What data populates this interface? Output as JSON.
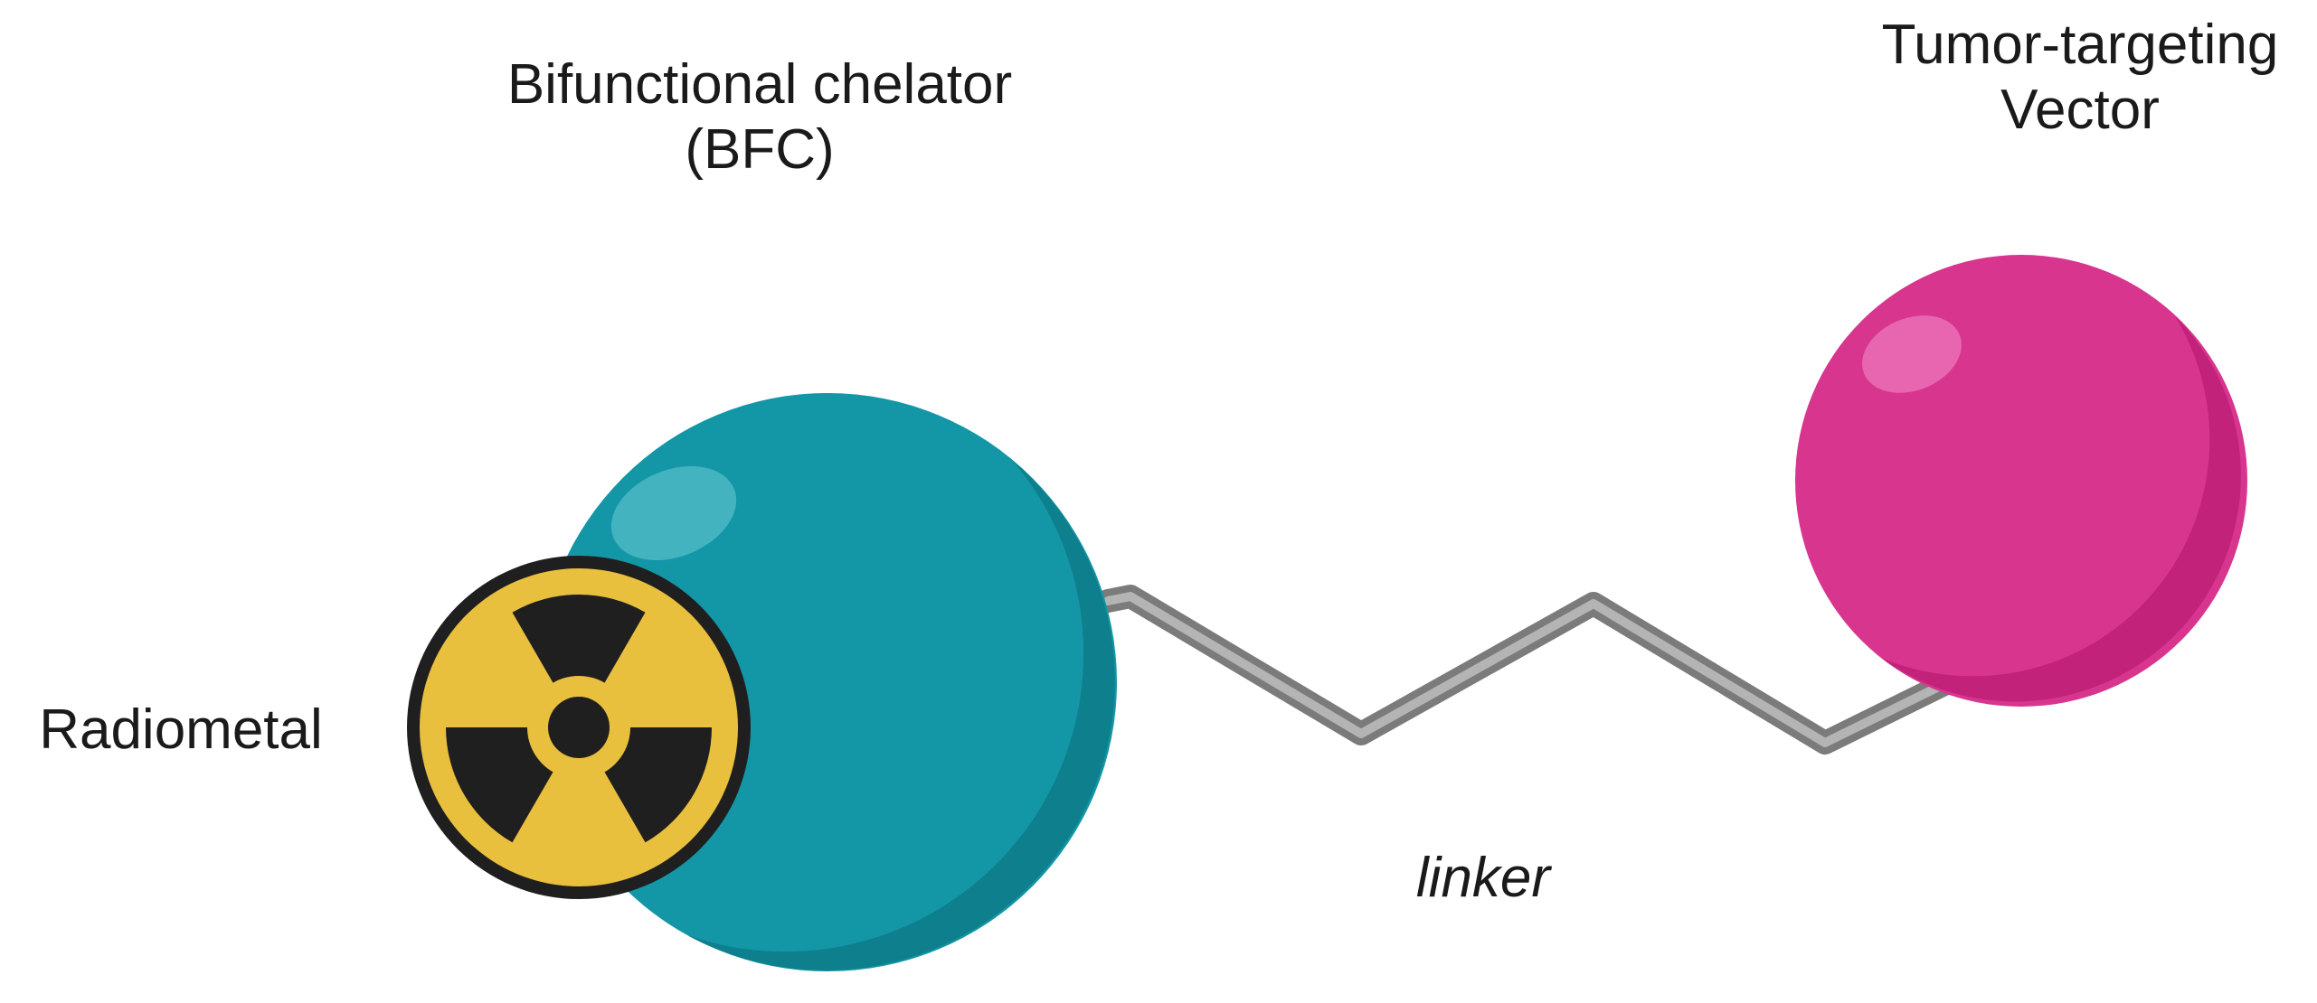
{
  "labels": {
    "bfc_line1": "Bifunctional chelator",
    "bfc_line2": "(BFC)",
    "vector_line1": "Tumor-targeting",
    "vector_line2": "Vector",
    "radiometal": "Radiometal",
    "linker": "linker"
  },
  "colors": {
    "chelator_sphere": "#1396a6",
    "chelator_shadow": "#0e7f8c",
    "vector_sphere": "#d8358f",
    "vector_shadow": "#c2227a",
    "radiation_yellow": "#e9bf3e",
    "radiation_black": "#1f1f1f",
    "linker_gray": "#9a9a9a"
  },
  "icons": {
    "radiometal": "radiation-hazard-icon"
  }
}
